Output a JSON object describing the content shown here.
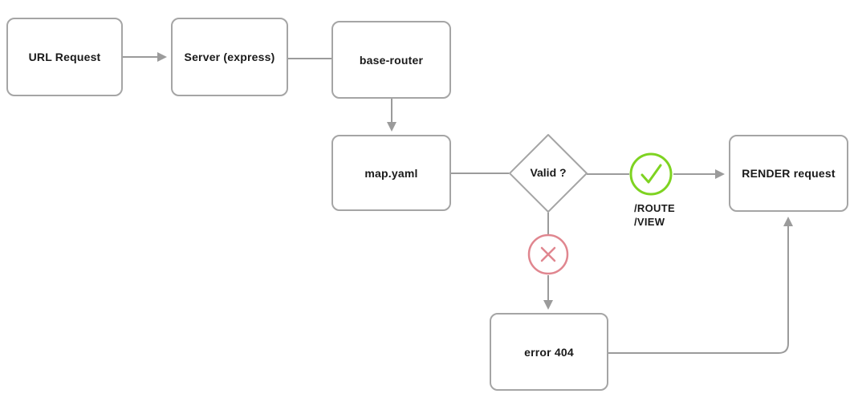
{
  "diagram": {
    "type": "flowchart",
    "nodes": {
      "url_request": {
        "label": "URL Request",
        "shape": "rounded-rect"
      },
      "server": {
        "label": "Server (express)",
        "shape": "rounded-rect"
      },
      "base_router": {
        "label": "base-router",
        "shape": "rounded-rect"
      },
      "map_yaml": {
        "label": "map.yaml",
        "shape": "rounded-rect"
      },
      "valid": {
        "label": "Valid ?",
        "shape": "diamond"
      },
      "render_request": {
        "label": "RENDER request",
        "shape": "rounded-rect"
      },
      "error_404": {
        "label": "error 404",
        "shape": "rounded-rect"
      }
    },
    "branch_labels": {
      "route": "/ROUTE",
      "view": "/VIEW"
    },
    "markers": {
      "success": "check-icon",
      "failure": "cross-icon"
    },
    "edges": [
      {
        "from": "url_request",
        "to": "server",
        "arrow": true
      },
      {
        "from": "server",
        "to": "base_router",
        "arrow": false
      },
      {
        "from": "base_router",
        "to": "map_yaml",
        "arrow": true
      },
      {
        "from": "map_yaml",
        "to": "valid",
        "arrow": false
      },
      {
        "from": "valid",
        "to": "render_request",
        "arrow": true,
        "via": "success",
        "label": "/ROUTE /VIEW"
      },
      {
        "from": "valid",
        "to": "error_404",
        "arrow": true,
        "via": "failure"
      },
      {
        "from": "error_404",
        "to": "render_request",
        "arrow": true
      }
    ],
    "colors": {
      "box_border": "#a5a5a5",
      "connector": "#9b9b9b",
      "text": "#1a1a1a",
      "success_green": "#7ed321",
      "failure_red": "#e0868f",
      "background": "#ffffff"
    }
  }
}
